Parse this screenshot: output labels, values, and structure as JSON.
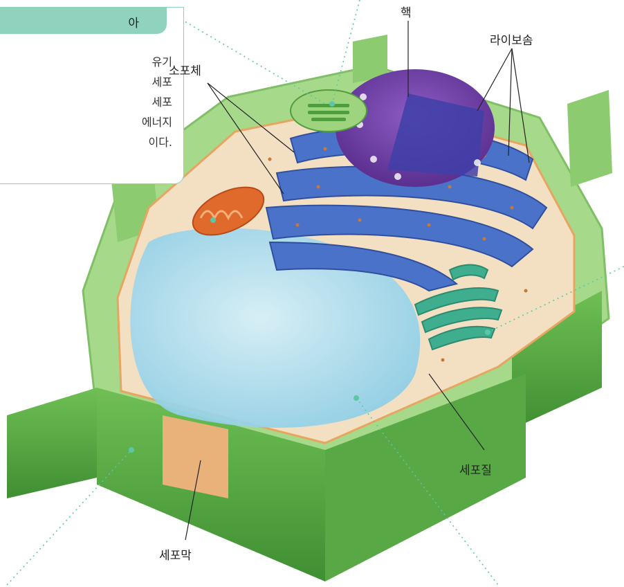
{
  "labels": {
    "nucleus": "핵",
    "ribosome": "라이보솜",
    "vesicle": "소포체",
    "cytoplasm": "세포질",
    "membrane": "세포막"
  },
  "info_box": {
    "title": "아",
    "lines": [
      "유기",
      "세포",
      "세포",
      "에너지",
      "이다."
    ]
  },
  "colors": {
    "cell_wall_light": "#a6d98a",
    "cell_wall_dark": "#4e9e3e",
    "cytoplasm": "#f3dfc2",
    "nucleus": "#6a3fa0",
    "er": "#4b72c9",
    "vacuole": "#a9dcef",
    "mitochondria": "#e06a2c",
    "golgi": "#3fae8f",
    "accent": "#8fd2bd"
  }
}
